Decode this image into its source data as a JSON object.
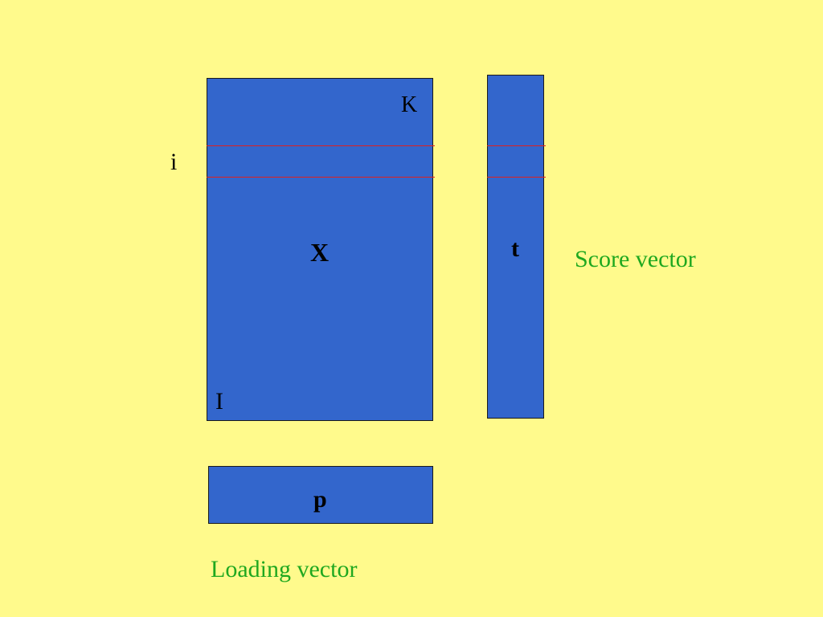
{
  "diagram": {
    "matrix": {
      "name": "X",
      "col_dim_label": "K",
      "row_dim_label": "I",
      "row_index_label": "i"
    },
    "score": {
      "name": "t",
      "caption": "Score vector"
    },
    "loading": {
      "name": "p",
      "caption": "Loading vector"
    }
  },
  "colors": {
    "background": "#FFFA8C",
    "block_fill": "#3366CC",
    "row_highlight": "#E0201E",
    "caption_text": "#1FA81F"
  }
}
